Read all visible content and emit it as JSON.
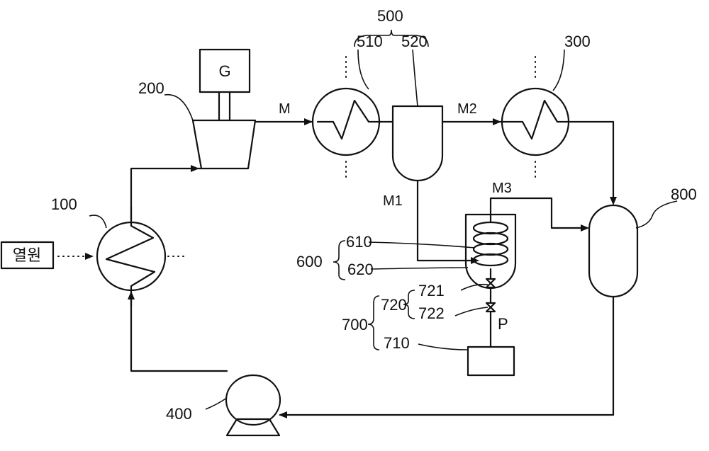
{
  "labels": {
    "n100": "100",
    "n200": "200",
    "n300": "300",
    "n400": "400",
    "n500": "500",
    "n510": "510",
    "n520": "520",
    "n600": "600",
    "n610": "610",
    "n620": "620",
    "n700": "700",
    "n710": "710",
    "n720": "720",
    "n721": "721",
    "n722": "722",
    "n800": "800",
    "generator": "G",
    "heat_source": "열원",
    "stream_m": "M",
    "stream_m1": "M1",
    "stream_m2": "M2",
    "stream_m3": "M3",
    "pump_p": "P"
  }
}
